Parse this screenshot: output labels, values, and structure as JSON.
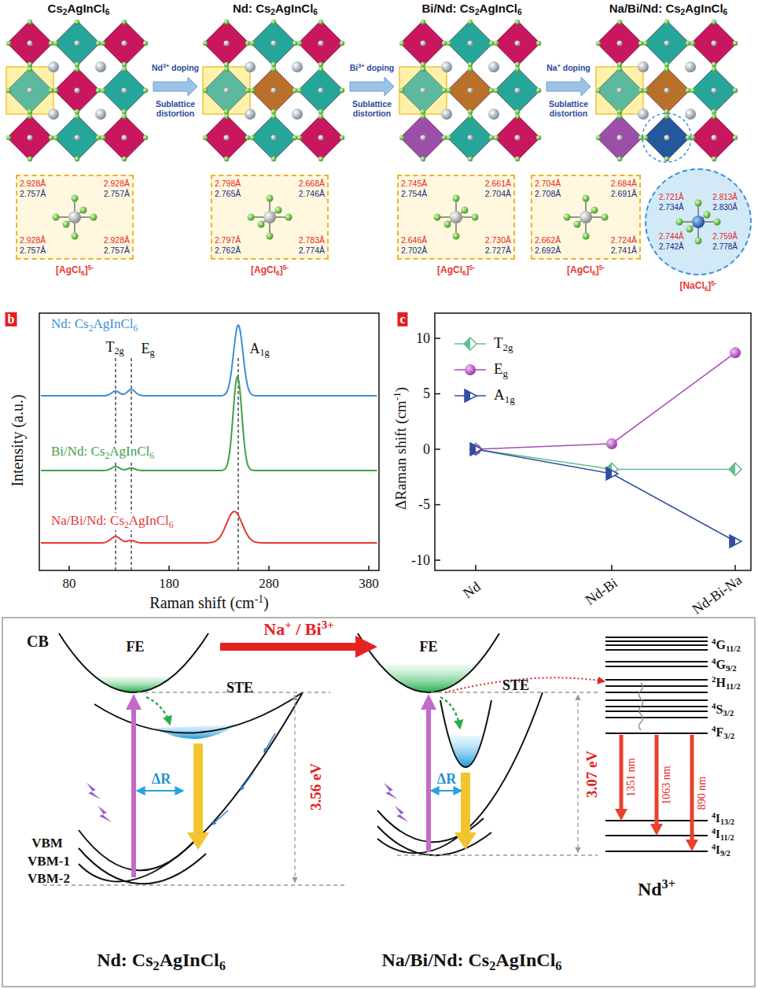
{
  "diagram": {
    "nodes": [
      {
        "text": [
          "2.928Å",
          "2.757Å",
          "2.928Å",
          "2.757Å",
          "2.928Å",
          "2.757Å",
          "2.928Å",
          "2.757Å",
          "[AgCl6]5-"
        ]
      },
      {
        "text": [
          "2.798Å",
          "2.765Å",
          "2.668Å",
          "2.746Å",
          "2.797Å",
          "2.762Å",
          "2.783Å",
          "2.774Å",
          "[AgCl6]5-"
        ]
      },
      {
        "text": [
          "2.745Å",
          "2.754Å",
          "2.661Å",
          "2.704Å",
          "2.646Å",
          "2.702Å",
          "2.730Å",
          "2.727Å",
          "[AgCl6]5-"
        ]
      },
      {
        "text": [
          "2.704Å",
          "2.708Å",
          "2.684Å",
          "2.691Å",
          "2.662Å",
          "2.692Å",
          "2.724Å",
          "2.741Å",
          "[AgCl6]5-"
        ]
      },
      {
        "text": [
          "2.721Å",
          "2.734Å",
          "2.813Å",
          "2.830Å",
          "2.744Å",
          "2.742Å",
          "2.759Å",
          "2.778Å",
          "[NaCl6]5-"
        ]
      }
    ],
    "labels": [
      "Cs2AgInCl6",
      "Nd: Cs2AgInCl6",
      "Bi/Nd: Cs2AgInCl6",
      "Na/Bi/Nd: Cs2AgInCl6",
      "Nd3+ doping",
      "Sublattice distortion",
      "Bi3+ doping",
      "Sublattice distortion",
      "Na+ doping",
      "Sublattice distortion",
      "b",
      "Nd: Cs2AgInCl6",
      "Bi/Nd: Cs2AgInCl6",
      "Na/Bi/Nd: Cs2AgInCl6",
      "T2g",
      "Eg",
      "A1g",
      "80",
      "180",
      "280",
      "380",
      "Raman shift (cm-1)",
      "Intensity (a.u.)",
      "c",
      "10",
      "5",
      "0",
      "-5",
      "-10",
      "ΔRaman shift (cm-1)",
      "Nd",
      "Nd-Bi",
      "Nd-Bi-Na",
      "CB",
      "FE",
      "STE",
      "ΔR",
      "VBM",
      "VBM-1",
      "VBM-2",
      "3.56 eV",
      "Nd: Cs2AgInCl6",
      "Na+ / Bi3+",
      "FE",
      "STE",
      "ΔR",
      "3.07 eV",
      "Na/Bi/Nd: Cs2AgInCl6",
      "4G11/2",
      "4G9/2",
      "2H11/2",
      "4S3/2",
      "4F3/2",
      "4I13/2",
      "4I11/2",
      "4I9/2",
      "1351 nm",
      "1063 nm",
      "890 nm",
      "Nd3+"
    ],
    "legend": [
      {
        "text": "T2g"
      },
      {
        "text": "Eg"
      },
      {
        "text": "A1g"
      }
    ]
  }
}
